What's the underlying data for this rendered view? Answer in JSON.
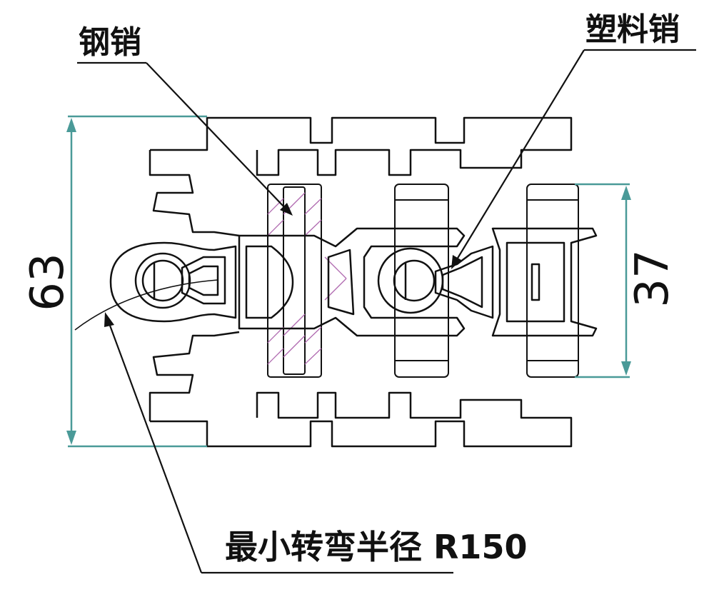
{
  "labels": {
    "steel_pin": "钢销",
    "plastic_pin": "塑料销",
    "min_turn_radius": "最小转弯半径 R150"
  },
  "dimensions": {
    "overall_height": "63",
    "pin_length": "37"
  },
  "colors": {
    "line": "#111111",
    "dimension": "#4a9a98",
    "hatch": "#b06ab0",
    "background": "#ffffff"
  }
}
